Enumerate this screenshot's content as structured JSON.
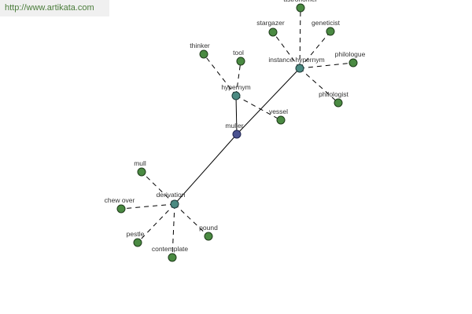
{
  "banner": {
    "url": "http://www.artikata.com"
  },
  "graph": {
    "center": "muller",
    "hubs": [
      "hypernym",
      "instance hypernym",
      "derivation"
    ],
    "leaves": {
      "hypernym": [
        "thinker",
        "tool",
        "vessel"
      ],
      "instance hypernym": [
        "astronomer",
        "stargazer",
        "geneticist",
        "philologue",
        "philologist"
      ],
      "derivation": [
        "mull",
        "chew over",
        "pestle",
        "contemplate",
        "pound"
      ]
    }
  },
  "colors": {
    "center": "#4a5290",
    "hub": "#4b8a82",
    "leaf": "#4a8a42",
    "edge": "#000000",
    "banner_text": "#4a7c3a"
  }
}
